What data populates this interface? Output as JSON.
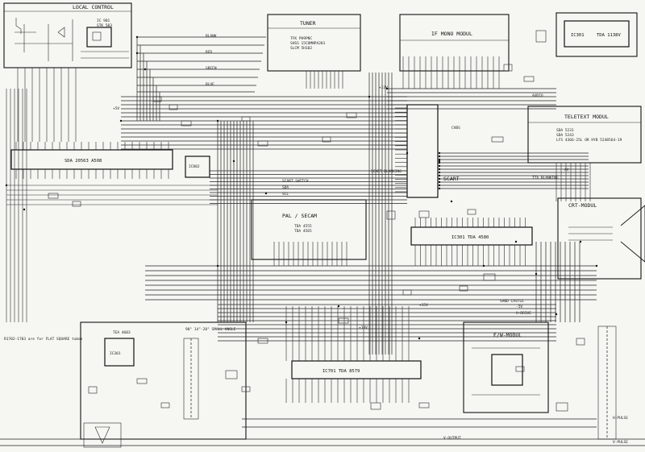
{
  "modules": {
    "local_control": {
      "title": "LOCAL CONTROL",
      "ic": "IC 901",
      "part": "STK 503"
    },
    "tuner": {
      "title": "TUNER",
      "lines": [
        "TFK PH9PNC",
        "SHSS 15COMNPA201",
        "SLCM 5H102"
      ]
    },
    "if_mono": {
      "title": "IF MONO MODUL"
    },
    "audio": {
      "ic": "IC301",
      "part": "TDA 1138V"
    },
    "teletext": {
      "title": "TELETEXT MODUL",
      "lines": [
        "SDA 5231",
        "SDA 5243",
        "LFS 4366-25L OR HYB 5248564-19"
      ]
    },
    "micro": {
      "label": "SDA 20563 A508",
      "ic": "IC802"
    },
    "scart": {
      "title": "SCART"
    },
    "pal_secam": {
      "title": "PAL / SECAM",
      "lines": [
        "TDA 4555",
        "TDA 4565"
      ]
    },
    "rgb": {
      "label": "IC301 TDA 4580"
    },
    "crt": {
      "title": "CRT-MODUL"
    },
    "deflection": {
      "label": "IC701 TDA 8579"
    },
    "ew": {
      "title": "E/W-MODUL"
    },
    "power": {
      "ic": "IC301",
      "part": "TEA 4603"
    },
    "notes": {
      "flat_square": "R1702-1703 are for FLAT SQUARE tubes",
      "angle": "90° 14\"-20\" SMALL ANGLE"
    }
  },
  "signals": [
    "BLANK",
    "GREEN",
    "RED",
    "BLUE",
    "+5V",
    "+12V",
    "SCART SWITCH",
    "SCART BLANKING",
    "SDA",
    "SCL",
    "AV",
    "H-PULSE",
    "V-PULSE",
    "V-OUTPUT",
    "SAND CASTLE",
    "TTX BLANKING",
    "AUDIO",
    "CVBS",
    "+18V",
    "+15V",
    "-5V",
    "H-DRIVE"
  ]
}
